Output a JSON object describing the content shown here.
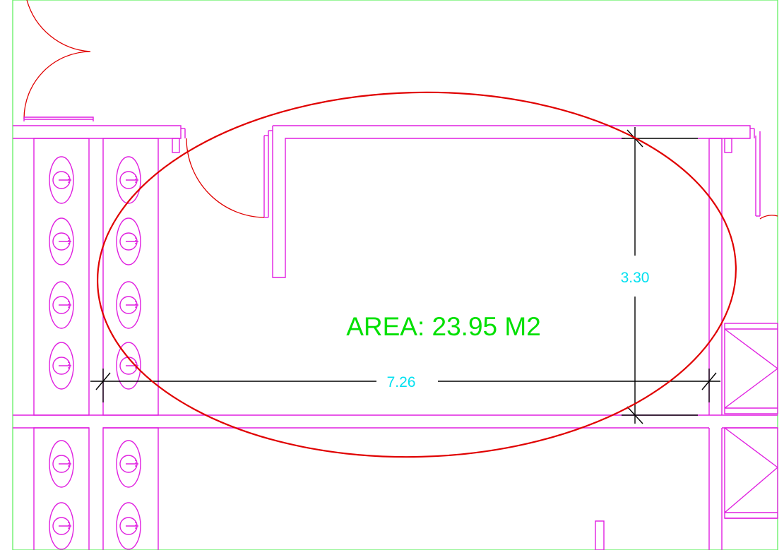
{
  "drawing": {
    "area_label": "AREA: 23.95 M2",
    "dimension_horizontal": "7.26",
    "dimension_vertical": "3.30"
  },
  "colors": {
    "wall": "#e020e0",
    "door_arc": "#e00000",
    "highlight": "#e00000",
    "dimension_line": "#000000",
    "dimension_text": "#00e0f0",
    "area_text": "#00e000",
    "viewport_border": "#55ee55"
  },
  "icons": {
    "fixture": "toilet-fixture-icon",
    "door": "door-swing-icon",
    "stair": "stair-icon"
  }
}
